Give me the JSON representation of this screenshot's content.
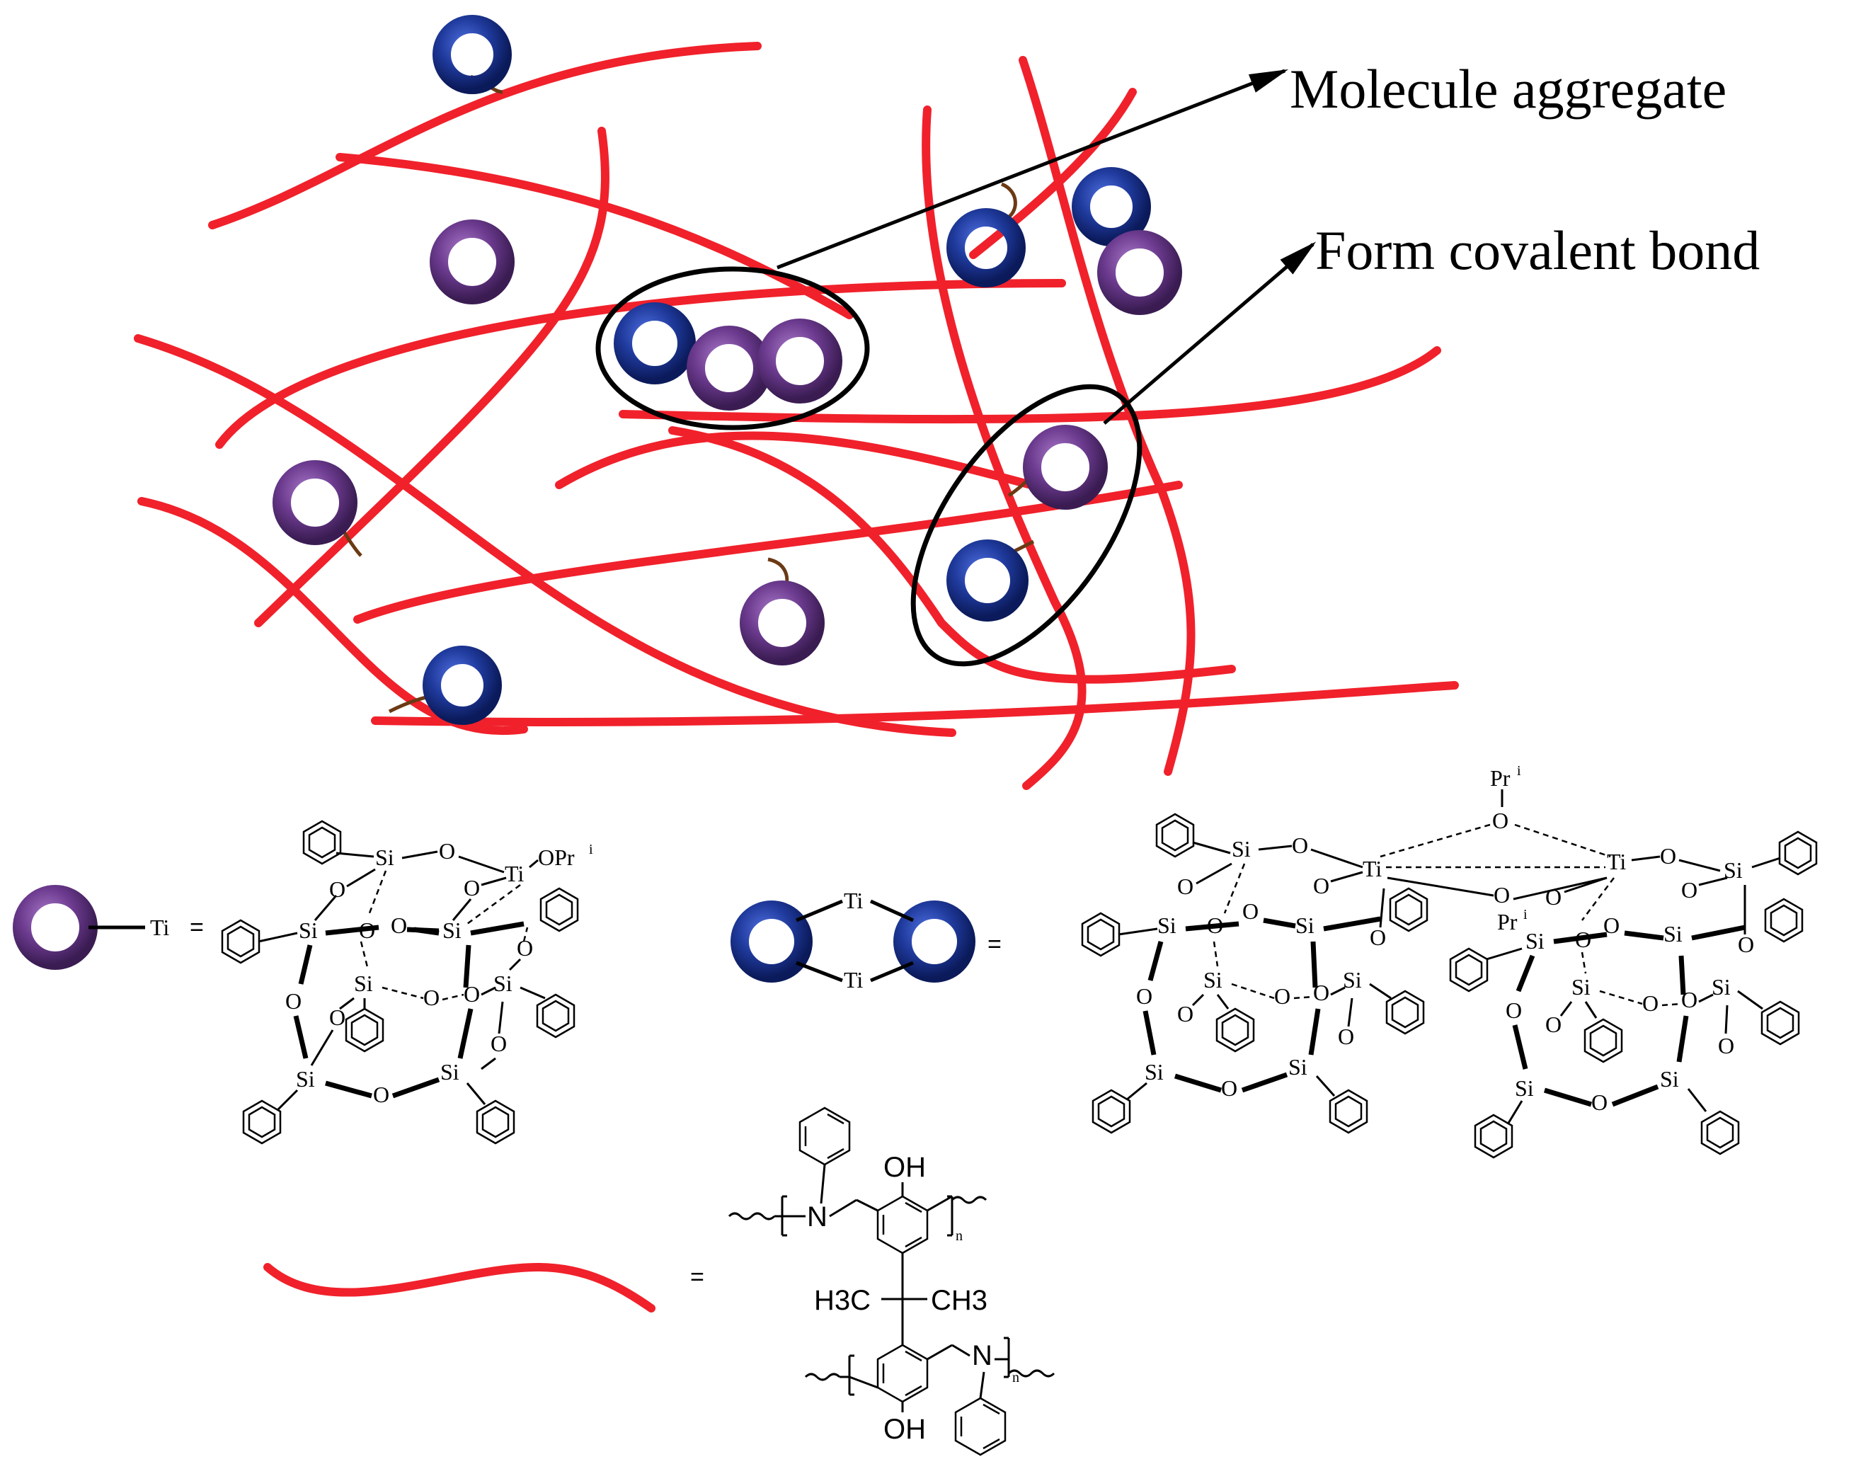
{
  "callouts": {
    "aggregate": "Molecule aggregate",
    "covalent": "Form covalent bond"
  },
  "colors": {
    "fiber": "#f0212b",
    "blue_ring": "#1f3a9c",
    "purple_ring": "#6b3a8e",
    "tether": "#6b3a14"
  },
  "legend": {
    "purple": {
      "ti_label": "Ti",
      "equals": "="
    },
    "blue": {
      "ti_top": "Ti",
      "ti_bottom": "Ti",
      "equals": "="
    },
    "fiber": {
      "equals": "="
    }
  },
  "poss_single": {
    "si": "Si",
    "o": "O",
    "ti": "Ti",
    "opr": "OPr",
    "sup_i": "i"
  },
  "poss_double": {
    "si": "Si",
    "o": "O",
    "ti": "Ti",
    "pr": "Pr",
    "sup_i": "i"
  },
  "polymer": {
    "oh": "OH",
    "n": "N",
    "h3c": "H3C",
    "ch3": "CH3",
    "repeat": "n"
  }
}
